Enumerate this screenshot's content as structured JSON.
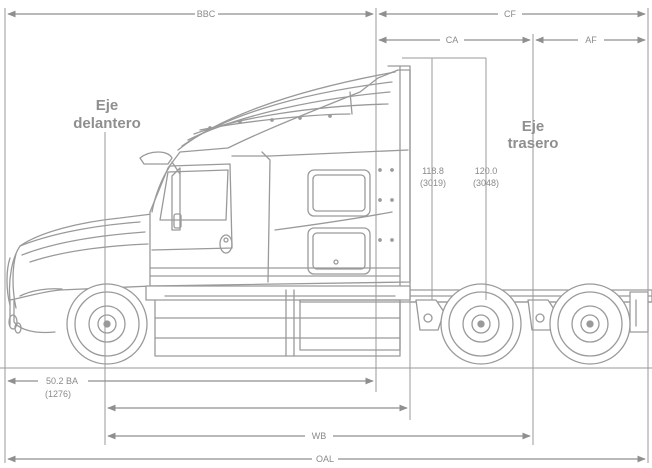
{
  "dimensions": {
    "bbc": "BBC",
    "cf": "CF",
    "ca": "CA",
    "af": "AF",
    "ba": "50.2 BA",
    "ba_metric": "(1276)",
    "wb": "WB",
    "oal": "OAL",
    "height_1": "118.8",
    "height_1_metric": "(3019)",
    "height_2": "120.0",
    "height_2_metric": "(3048)"
  },
  "labels": {
    "front_axle_line1": "Eje",
    "front_axle_line2": "delantero",
    "rear_axle_line1": "Eje",
    "rear_axle_line2": "trasero"
  },
  "colors": {
    "line": "#9a9a9a",
    "text": "#8a8a8a",
    "background": "#ffffff"
  }
}
